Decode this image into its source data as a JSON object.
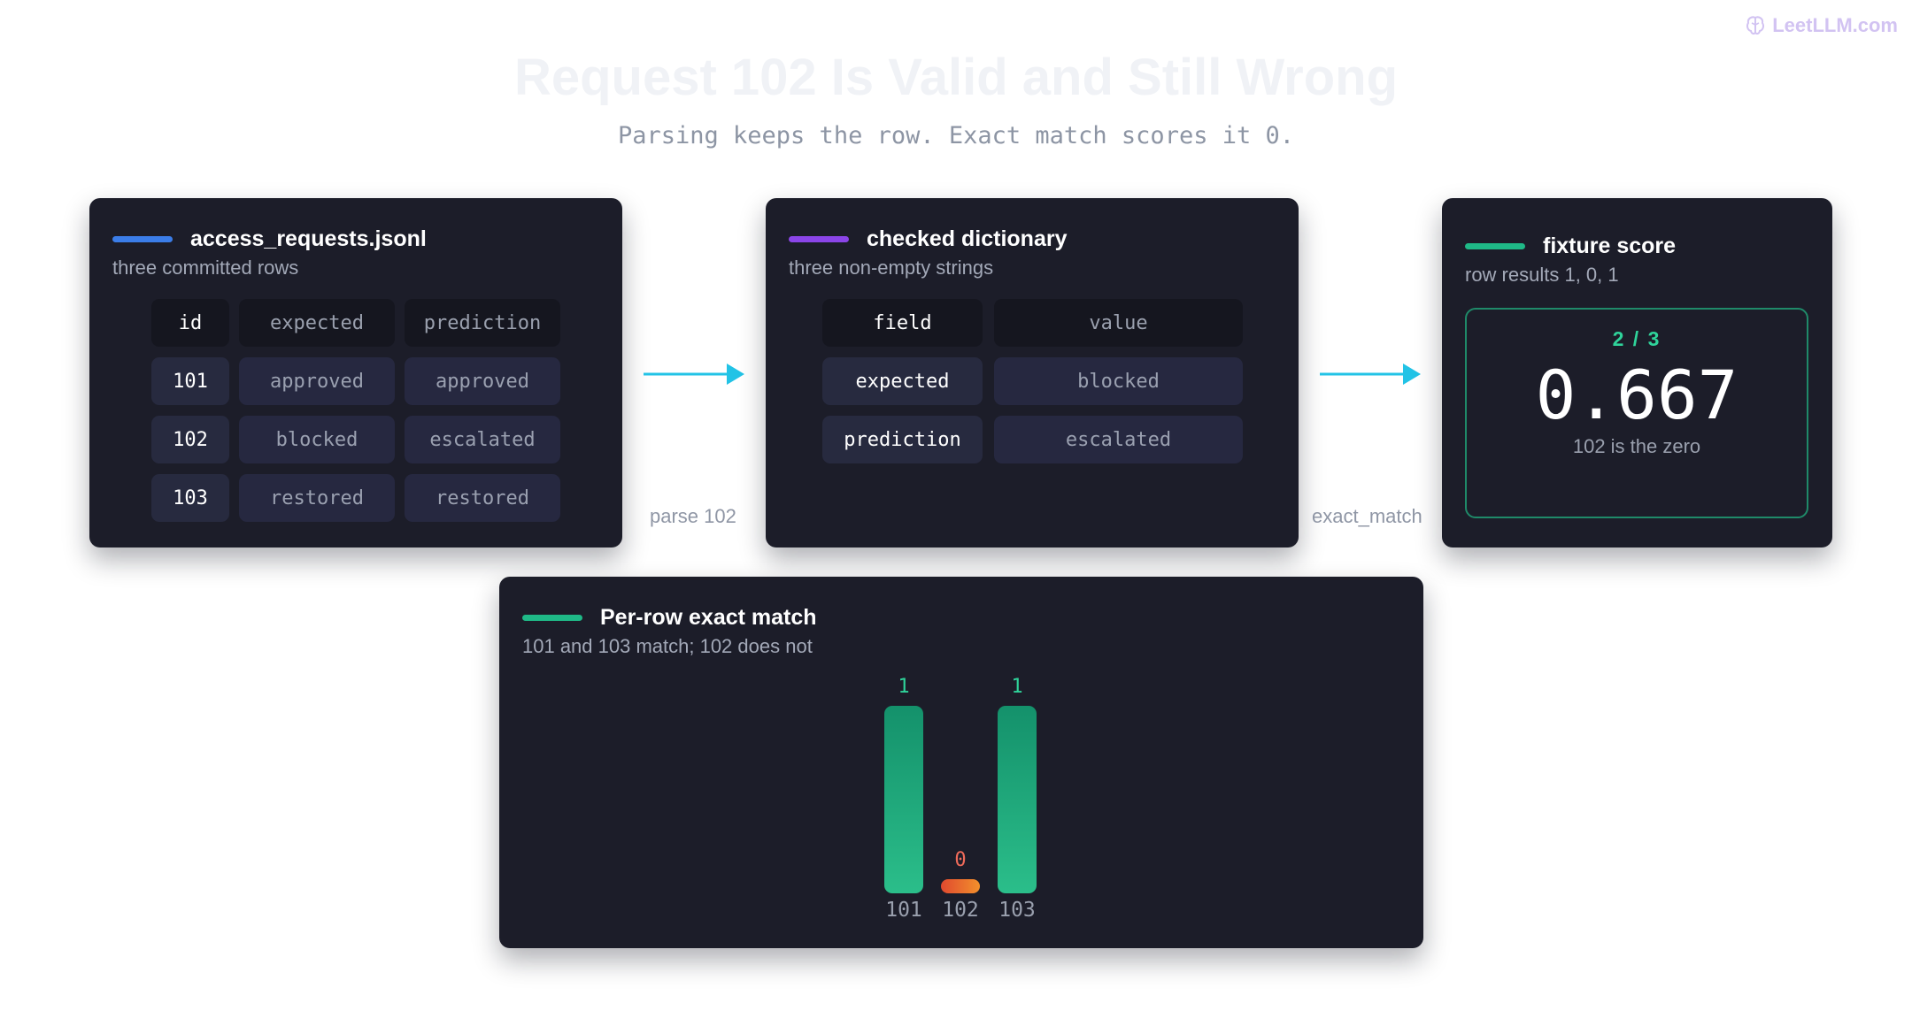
{
  "brand": {
    "name": "LeetLLM.com",
    "icon": "brain-icon"
  },
  "header": {
    "title": "Request 102 Is Valid and Still Wrong",
    "subtitle": "Parsing keeps the row. Exact match scores it 0."
  },
  "panel_requests": {
    "title": "access_requests.jsonl",
    "subtitle": "three committed rows",
    "accent": "#3b7de8",
    "columns": [
      "id",
      "expected",
      "prediction"
    ],
    "rows": [
      [
        "101",
        "approved",
        "approved"
      ],
      [
        "102",
        "blocked",
        "escalated"
      ],
      [
        "103",
        "restored",
        "restored"
      ]
    ]
  },
  "connector_parse": {
    "label": "parse 102"
  },
  "panel_dict": {
    "title": "checked dictionary",
    "subtitle": "three non-empty strings",
    "accent": "#8b45e8",
    "columns": [
      "field",
      "value"
    ],
    "rows": [
      [
        "expected",
        "blocked"
      ],
      [
        "prediction",
        "escalated"
      ]
    ]
  },
  "connector_match": {
    "label": "exact_match"
  },
  "panel_score": {
    "title": "fixture score",
    "subtitle": "row results 1, 0, 1",
    "accent": "#1fb987",
    "ratio": "2 / 3",
    "score": "0.667",
    "caption": "102 is the zero"
  },
  "panel_chart": {
    "title": "Per-row exact match",
    "subtitle": "101 and 103 match; 102 does not",
    "accent": "#1fb987"
  },
  "colors": {
    "match": "#1fb987",
    "miss": "#f05a3a",
    "arrow": "#22c3e6"
  },
  "chart_data": {
    "type": "bar",
    "title": "Per-row exact match",
    "categories": [
      "101",
      "102",
      "103"
    ],
    "values": [
      1,
      0,
      1
    ],
    "value_labels": [
      "1",
      "0",
      "1"
    ],
    "ylim": [
      0,
      1
    ],
    "grid": false
  }
}
